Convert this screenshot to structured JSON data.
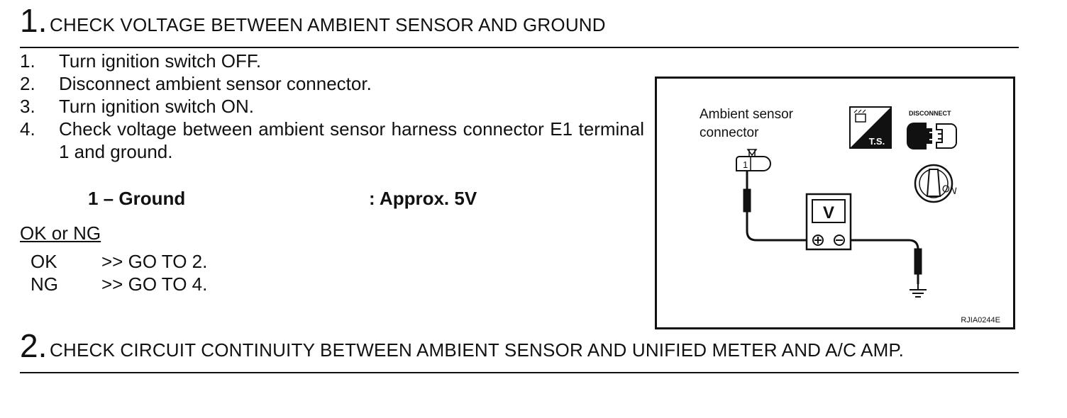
{
  "step1": {
    "number": "1.",
    "title": "CHECK VOLTAGE BETWEEN AMBIENT SENSOR AND GROUND"
  },
  "instructions": [
    {
      "index": "1.",
      "text": "Turn ignition switch OFF."
    },
    {
      "index": "2.",
      "text": "Disconnect ambient sensor connector."
    },
    {
      "index": "3.",
      "text": "Turn ignition switch ON."
    },
    {
      "index": "4.",
      "text": "Check voltage between ambient sensor harness connector E1 terminal 1 and ground."
    }
  ],
  "spec": {
    "terminal": "1 – Ground",
    "value": ": Approx. 5V"
  },
  "result": {
    "heading": "OK or NG",
    "ok_key": "OK",
    "ok_action": ">> GO TO 2.",
    "ng_key": "NG",
    "ng_action": ">> GO TO 4."
  },
  "figure": {
    "label_line1": "Ambient sensor",
    "label_line2": "connector",
    "terminal_number": "1",
    "meter_symbol": "V",
    "ts_label": "T.S.",
    "disconnect_label": "DISCONNECT",
    "ignition_label": "ON",
    "image_code": "RJIA0244E",
    "icons": [
      "connector-icon",
      "test-screen-icon",
      "disconnect-icon",
      "ignition-key-on-icon",
      "voltmeter-icon",
      "ground-symbol-icon"
    ]
  },
  "step2": {
    "number": "2.",
    "title": "CHECK CIRCUIT CONTINUITY BETWEEN AMBIENT SENSOR AND UNIFIED METER AND A/C AMP."
  }
}
